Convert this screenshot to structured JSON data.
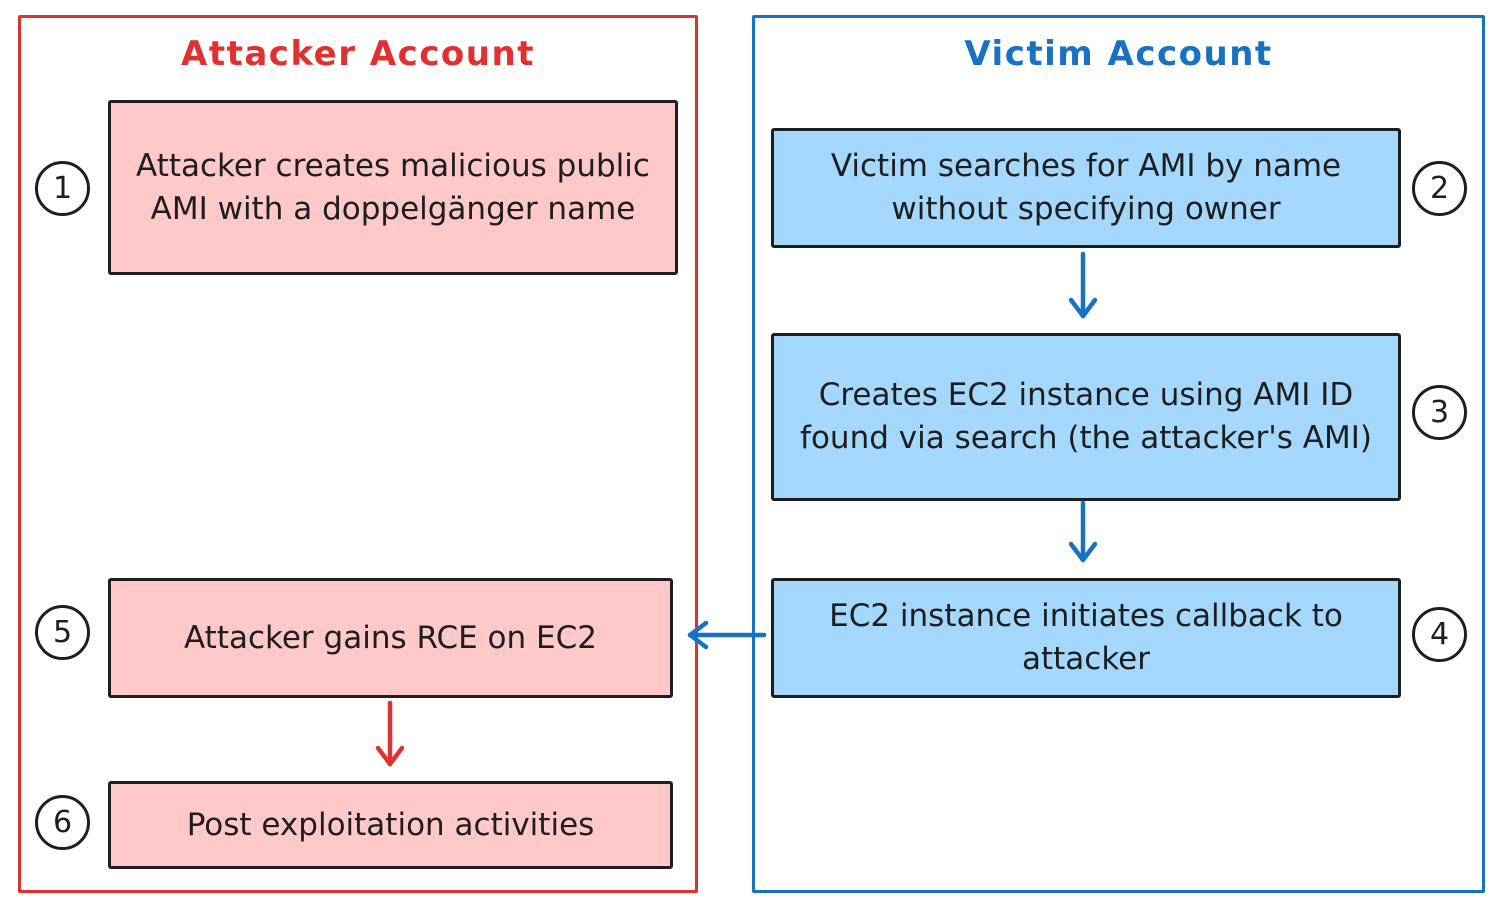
{
  "attacker": {
    "title": "Attacker Account",
    "steps": [
      {
        "num": "1",
        "text": "Attacker creates malicious public AMI with a doppelgänger name"
      },
      {
        "num": "5",
        "text": "Attacker gains RCE on EC2"
      },
      {
        "num": "6",
        "text": "Post exploitation activities"
      }
    ]
  },
  "victim": {
    "title": "Victim Account",
    "steps": [
      {
        "num": "2",
        "text": "Victim searches for AMI by name without specifying owner"
      },
      {
        "num": "3",
        "text": "Creates EC2 instance using AMI ID found via search (the attacker's AMI)"
      },
      {
        "num": "4",
        "text": "EC2 instance initiates callback to attacker"
      }
    ]
  },
  "colors": {
    "attacker_accent": "#e03131",
    "attacker_fill": "#ffc9c9",
    "victim_accent": "#1971c2",
    "victim_fill": "#a5d8ff",
    "box_border": "#1e1e1e"
  }
}
